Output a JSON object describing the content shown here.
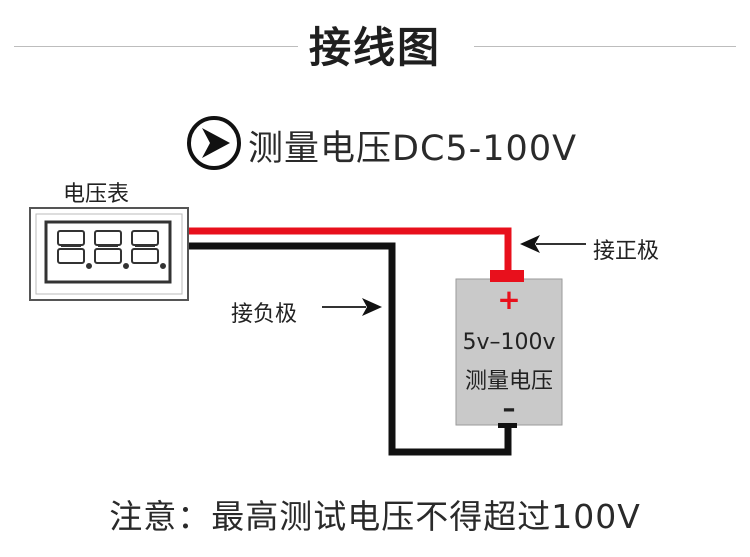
{
  "title": "接线图",
  "subtitle": "测量电压DC5-100V",
  "meter": {
    "label": "电压表"
  },
  "labels": {
    "positive": "接正极",
    "negative": "接负极"
  },
  "source": {
    "plus": "+",
    "range": "5v–100v",
    "name": "测量电压",
    "minus": "–"
  },
  "note": "注意：最高测试电压不得超过100V",
  "colors": {
    "red_wire": "#e8101c",
    "black_wire": "#111111",
    "source_fill": "#c9c9c9",
    "terminal": "#e8101c"
  },
  "icons": {
    "bullet": "chevron-right-circle-icon",
    "digits": "seven-segment-display"
  }
}
